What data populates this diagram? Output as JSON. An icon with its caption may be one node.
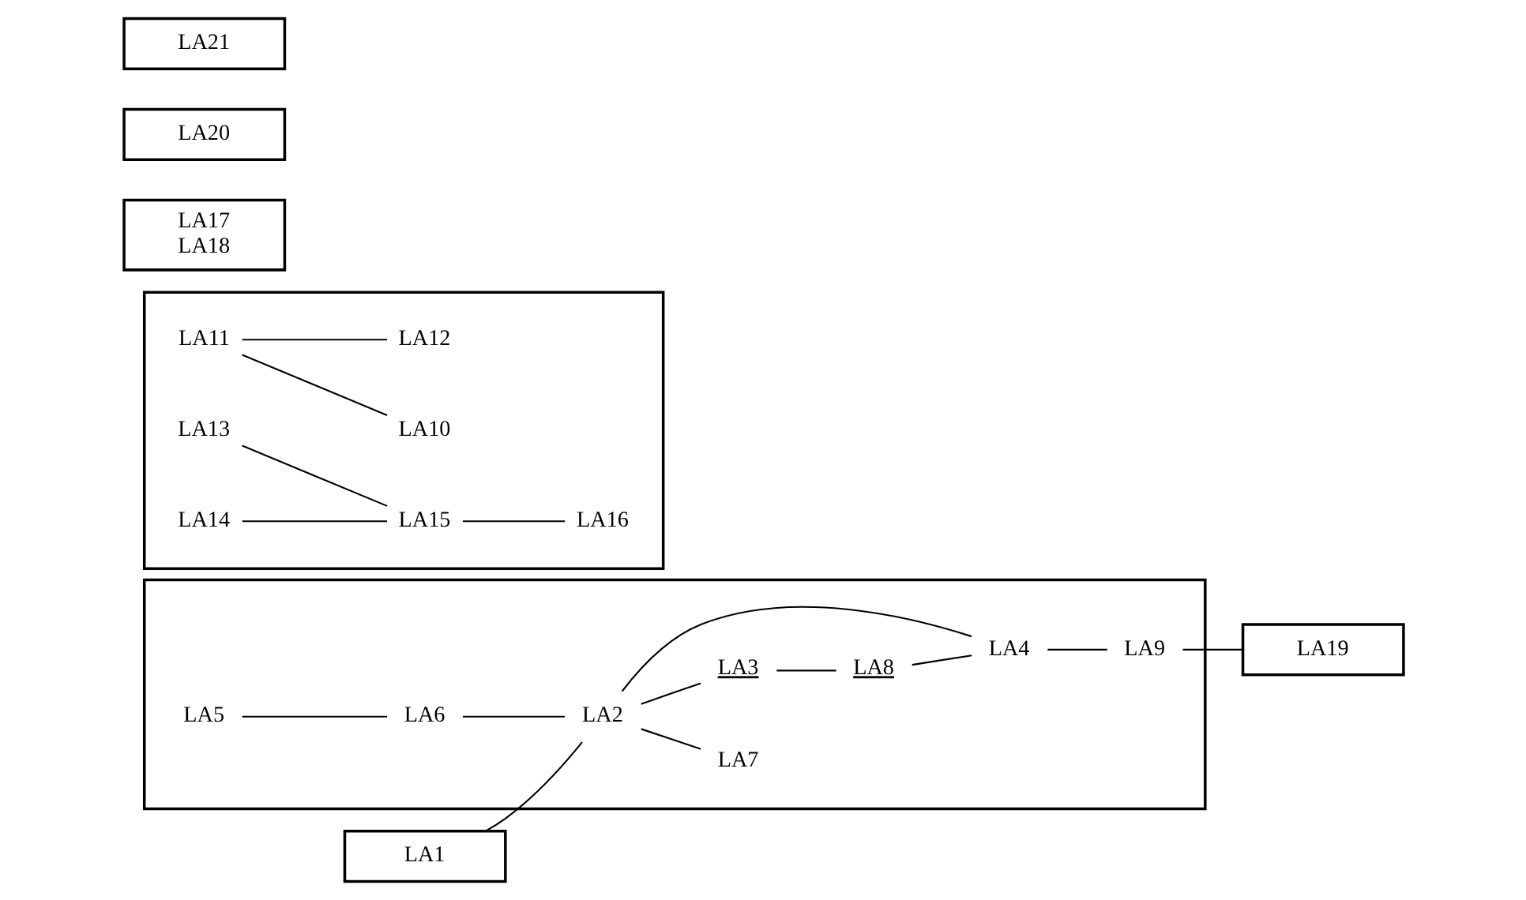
{
  "diagram": {
    "nodes": [
      {
        "text": [],
        "shape": "box"
      },
      {
        "text": [
          "LA5"
        ],
        "in": 0
      },
      {
        "text": [
          "LA6"
        ],
        "in": 0
      },
      {
        "text": [
          "LA1"
        ]
      },
      {
        "text": [
          "LA2"
        ],
        "in": 0
      },
      {
        "text": [
          "LA7"
        ],
        "in": 0
      },
      {
        "text": [
          "LA3"
        ],
        "in": 0
      },
      {
        "text": [
          "LA8"
        ],
        "in": 0
      },
      {
        "text": [
          "LA4"
        ],
        "in": 0
      },
      {
        "text": [
          "LA9"
        ],
        "in": 0
      },
      {
        "text": [],
        "shape": "box"
      },
      {
        "text": [
          "LA10"
        ],
        "in": 10
      },
      {
        "text": [
          "LA13"
        ],
        "in": 10
      },
      {
        "text": [
          "LA11"
        ],
        "in": 10
      },
      {
        "text": [
          "LA14"
        ],
        "in": 10
      },
      {
        "text": [
          "LA12"
        ],
        "in": 10
      },
      {
        "text": [
          "LA15"
        ],
        "in": 10
      },
      {
        "text": [
          "LA16"
        ],
        "in": 10
      },
      {
        "text": [
          "LA17",
          "LA18"
        ]
      },
      {
        "text": [
          "LA19"
        ]
      },
      {
        "text": [
          "LA20"
        ]
      },
      {
        "text": [
          "LA21"
        ]
      }
    ],
    "edges": [
      {
        "from": 1,
        "to": 2,
        "arrow": "none"
      },
      {
        "from": 2,
        "to": 4,
        "arrow": "none"
      },
      {
        "from": 3,
        "to": 4,
        "arrow": "none"
      },
      {
        "from": 4,
        "to": 5,
        "arrow": "none"
      },
      {
        "from": 4,
        "to": 6,
        "arrow": "none"
      },
      {
        "from": 4,
        "to": 8,
        "arrow": "none"
      },
      {
        "from": 6,
        "to": 7,
        "arrow": "none"
      },
      {
        "from": 7,
        "to": 8,
        "arrow": "none"
      },
      {
        "from": 8,
        "to": 9,
        "arrow": "none"
      },
      {
        "from": 9,
        "to": 19,
        "arrow": "none"
      },
      {
        "from": 13,
        "to": 11,
        "arrow": "none"
      },
      {
        "from": 13,
        "to": 15,
        "arrow": "none"
      },
      {
        "from": 12,
        "to": 16,
        "arrow": "none"
      },
      {
        "from": 14,
        "to": 16,
        "arrow": "none"
      },
      {
        "from": 16,
        "to": 17,
        "arrow": "none"
      }
    ]
  }
}
